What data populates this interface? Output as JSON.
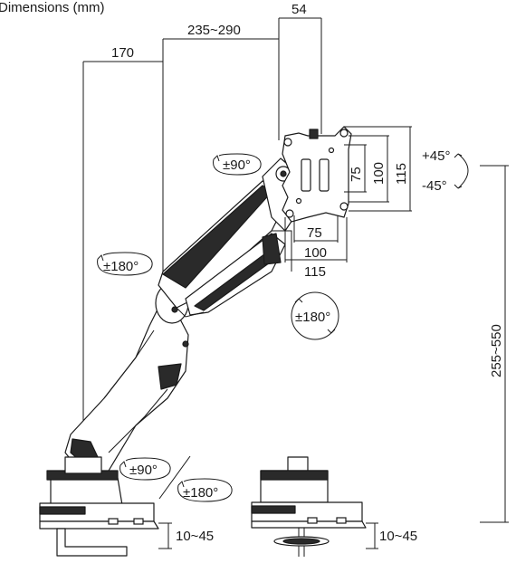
{
  "title": "Dimensions (mm)",
  "dimensions": {
    "upper_reach": "54",
    "mid_reach": "235~290",
    "base_reach": "170",
    "vesa_w_75": "75",
    "vesa_w_100": "100",
    "vesa_w_115": "115",
    "vesa_h_75": "75",
    "vesa_h_100": "100",
    "vesa_h_115": "115",
    "height": "255~550",
    "clamp_left": "10~45",
    "clamp_right": "10~45"
  },
  "rotations": {
    "head_swivel": "±90°",
    "tilt_up": "+45°",
    "tilt_down": "-45°",
    "arm_rotation": "±180°",
    "screen_rotation": "±180°",
    "base_swivel": "±90°",
    "base_rotation": "±180°"
  }
}
